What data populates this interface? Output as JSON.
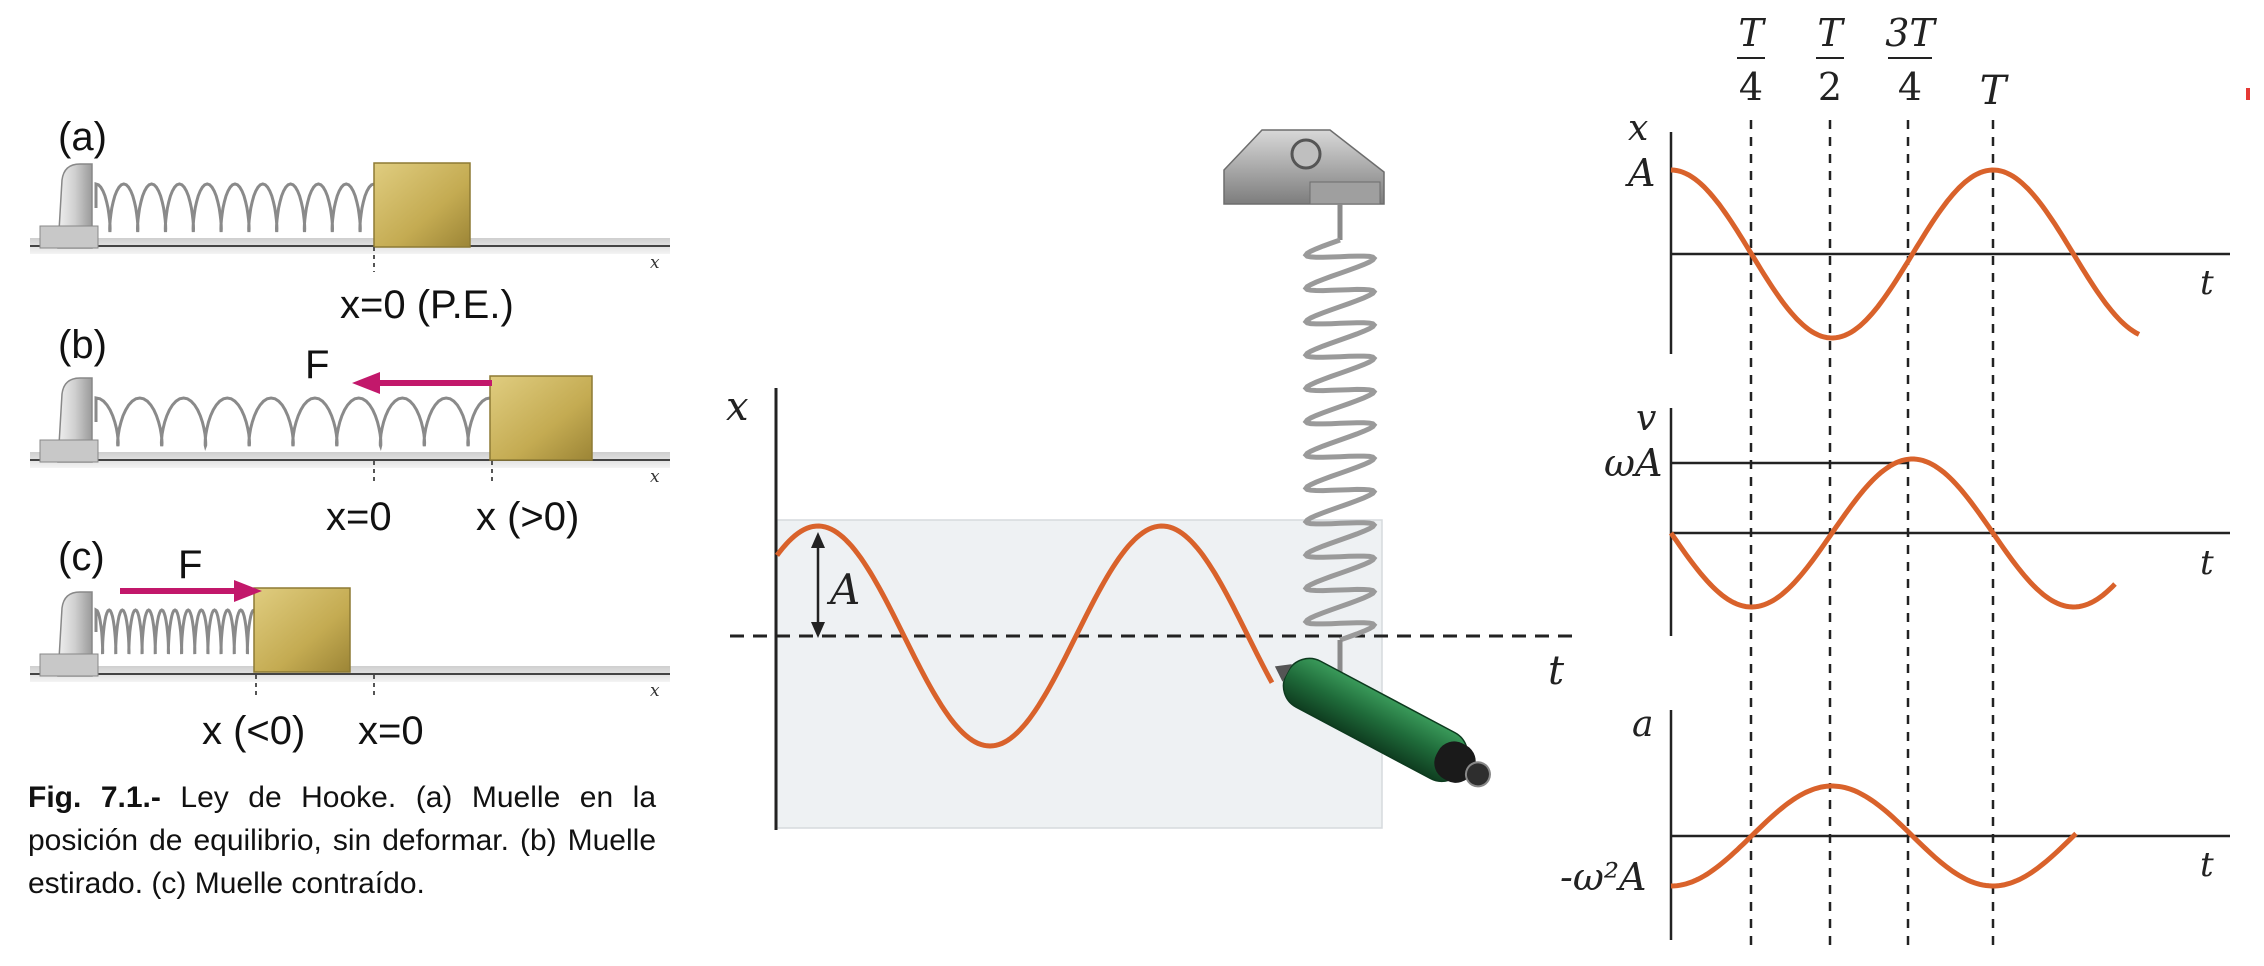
{
  "hooke": {
    "panel_a": {
      "tag": "(a)",
      "pos_label": "x=0 (P.E.)",
      "axis": "x"
    },
    "panel_b": {
      "tag": "(b)",
      "force": "F",
      "pos0": "x=0",
      "pos1": "x (>0)",
      "axis": "x"
    },
    "panel_c": {
      "tag": "(c)",
      "force": "F",
      "pos0": "x (<0)",
      "pos1": "x=0",
      "axis": "x"
    },
    "caption": {
      "bold": "Fig. 7.1.-",
      "text": " Ley de Hooke. (a) Muelle en la posición de equilibrio, sin deformar. (b) Muelle estirado. (c) Muelle contraído."
    }
  },
  "oscillator": {
    "x_label": "x",
    "t_label": "t",
    "amp_label": "A"
  },
  "graphs": {
    "ticks": [
      {
        "num": "T",
        "den": "4"
      },
      {
        "num": "T",
        "den": "2"
      },
      {
        "num": "3T",
        "den": "4"
      }
    ],
    "tick_T": "T",
    "position": {
      "ylabel": "x",
      "level": "A",
      "tlabel": "t"
    },
    "velocity": {
      "ylabel": "v",
      "level": "ωA",
      "tlabel": "t"
    },
    "acceleration": {
      "ylabel": "a",
      "level": "-ω²A",
      "tlabel": "t"
    }
  },
  "colors": {
    "curve": "#d9622b",
    "force_arrow": "#c2186b",
    "block": "#c9b25a",
    "pen": "#1f6b3a"
  }
}
